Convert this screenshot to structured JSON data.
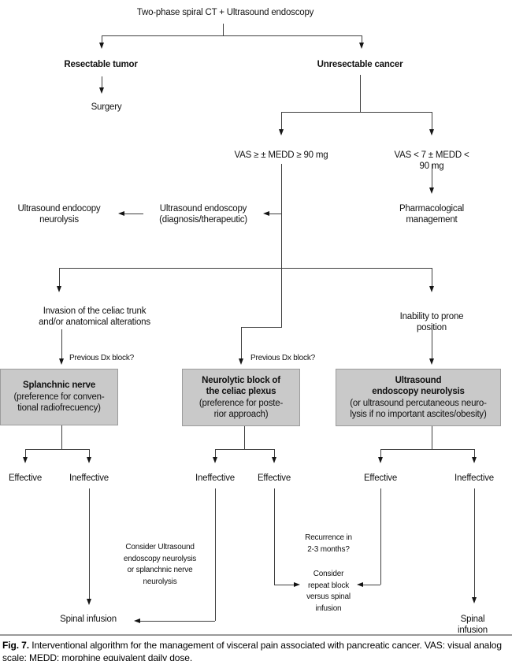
{
  "colors": {
    "box_fill": "#c9c9c9",
    "box_border": "#9b9b9b",
    "line": "#3f3f3f",
    "text": "#111111"
  },
  "title": "Two-phase spiral CT + Ultrasound endoscopy",
  "nodes": {
    "resectable_tumor": "Resectable tumor",
    "unresectable_cancer": "Unresectable cancer",
    "surgery": "Surgery",
    "vas_high": "VAS ≥ ± MEDD ≥ 90 mg",
    "vas_low": "VAS < 7 ± MEDD < 90 mg",
    "pharmacological_management": "Pharmacological\nmanagement",
    "us_endoscopy_diagnostic": "Ultrasound endoscopy\n(diagnosis/therapeutic)",
    "us_endocopy_neurolysis": "Ultrasound endocopy\nneurolysis",
    "invasion_celiac_trunk": "Invasion of the celiac trunk\nand/or anatomical alterations",
    "inability_prone": "Inability to prone position"
  },
  "decision_labels": {
    "previous_dx_block_left": "Previous Dx block?",
    "previous_dx_block_middle": "Previous Dx block?"
  },
  "boxes": {
    "splanchnic": {
      "title": "Splanchnic nerve",
      "detail": "(preference for conven-\ntional radiofrecuency)"
    },
    "neurolytic": {
      "title": "Neurolytic block of\nthe celiac plexus",
      "detail": "(preference for poste-\nrior approach)"
    },
    "us_neurolysis": {
      "title": "Ultrasound\nendoscopy neurolysis",
      "detail": "(or ultrasound percutaneous neuro-\nlysis if no important ascites/obesity)"
    }
  },
  "outcomes": {
    "splanchnic_left": "Effective",
    "splanchnic_right": "Ineffective",
    "neurolytic_left": "Ineffective",
    "neurolytic_right": "Effective",
    "us_neurolysis_left": "Effective",
    "us_neurolysis_right": "Ineffective"
  },
  "notes": {
    "consider_us_neurolysis": "Consider Ultrasound\nendoscopy neurolysis\nor splanchnic nerve\nneurolysis",
    "recurrence": "Recurrence in\n2-3 months?",
    "consider_repeat_block": "Consider\nrepeat block\nversus spinal\ninfusion"
  },
  "terminals": {
    "spinal_infusion_left": "Spinal infusion",
    "spinal_infusion_right": "Spinal infusion"
  },
  "caption": {
    "label": "Fig. 7.",
    "text": " Interventional algorithm for the management of visceral pain associated with pancreatic cancer. VAS: visual analog scale; MEDD: morphine equivalent daily dose."
  }
}
